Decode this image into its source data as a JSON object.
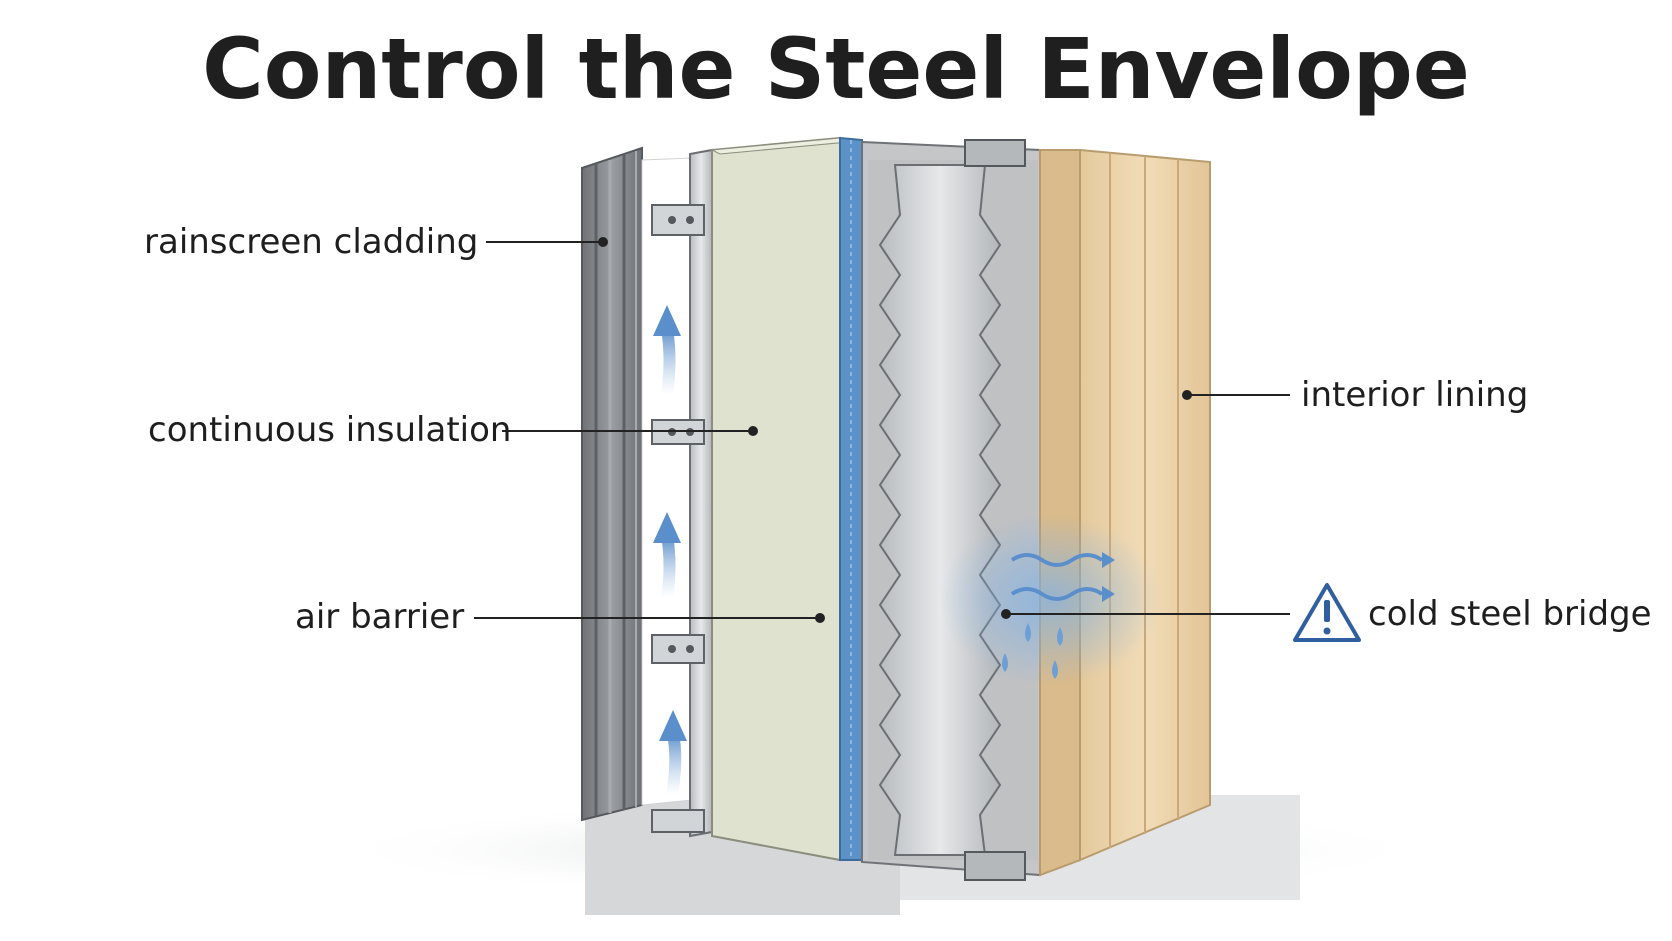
{
  "title": "Control the Steel Envelope",
  "labels": {
    "rainscreen_cladding": "rainscreen cladding",
    "continuous_insulation": "continuous insulation",
    "air_barrier": "air barrier",
    "interior_lining": "interior lining",
    "cold_steel_bridge": "cold steel bridge"
  },
  "icons": {
    "warning": "warning-triangle-icon",
    "airflow": "up-arrow-icon",
    "condensation": "water-drop-icon",
    "heat_loss": "wavy-arrow-icon"
  },
  "colors": {
    "cladding": "#7d8084",
    "insulation": "#dfe2cf",
    "air_barrier": "#5b93c9",
    "steel": "#cfd2d4",
    "cavity_fill": "#bfc1c3",
    "lining": "#ecd6b0",
    "accent_blue": "#2f5f9e",
    "leader": "#222222"
  }
}
